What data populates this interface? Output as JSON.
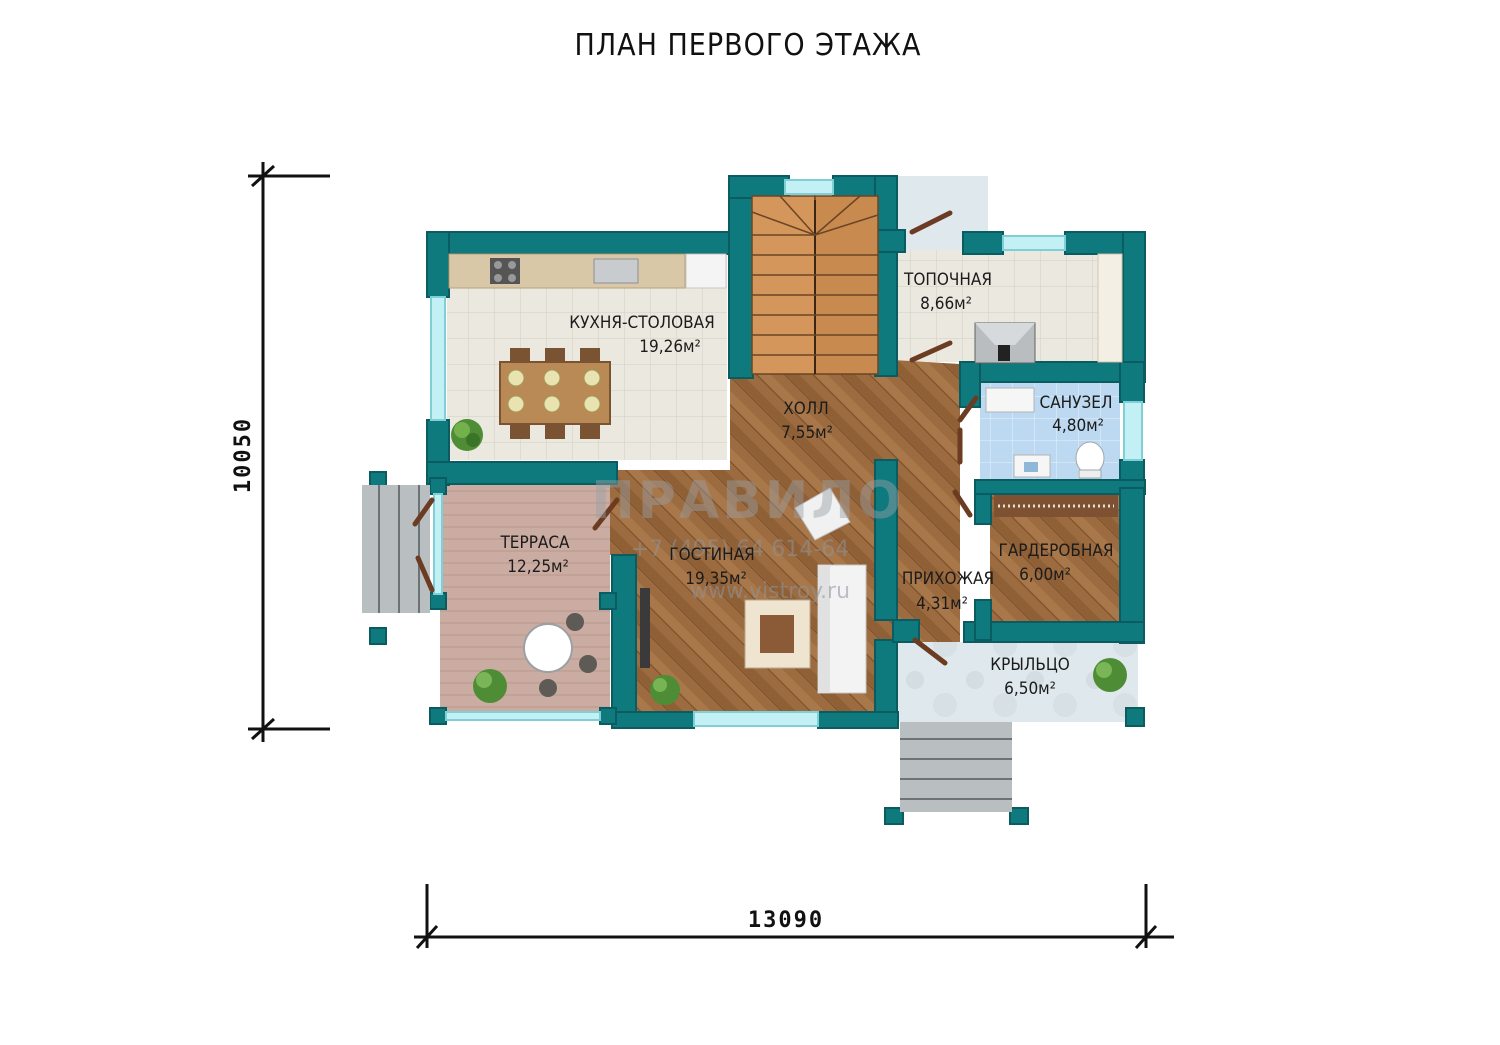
{
  "title": "ПЛАН ПЕРВОГО ЭТАЖА",
  "dimensions": {
    "height": "10050",
    "width": "13090"
  },
  "watermark": {
    "brand": "ПРАВИЛО",
    "phone": "+7 (495) 64 614-64",
    "site": "www.vistroy.ru"
  },
  "rooms": {
    "kitchen": {
      "name": "КУХНЯ-СТОЛОВАЯ",
      "area": "19,26м²"
    },
    "boiler": {
      "name": "ТОПОЧНАЯ",
      "area": "8,66м²"
    },
    "hall": {
      "name": "ХОЛЛ",
      "area": "7,55м²"
    },
    "bathroom": {
      "name": "САНУЗЕЛ",
      "area": "4,80м²"
    },
    "terrace": {
      "name": "ТЕРРАСА",
      "area": "12,25м²"
    },
    "living": {
      "name": "ГОСТИНАЯ",
      "area": "19,35м²"
    },
    "entry": {
      "name": "ПРИХОЖАЯ",
      "area": "4,31м²"
    },
    "wardrobe": {
      "name": "ГАРДЕРОБНАЯ",
      "area": "6,00м²"
    },
    "porch": {
      "name": "КРЫЛЬЦО",
      "area": "6,50м²"
    }
  },
  "colors": {
    "wall": "#0e7a7e",
    "wall_edge": "#0a5c60",
    "tile": "#e9e6dc",
    "wood": "#9a6a3e",
    "terrace_deck": "#c9aaa0",
    "bath_tile": "#b9d8f0",
    "porch_tile": "#dfe8ec",
    "window": "#bdeef2",
    "door": "#6b3b22"
  }
}
